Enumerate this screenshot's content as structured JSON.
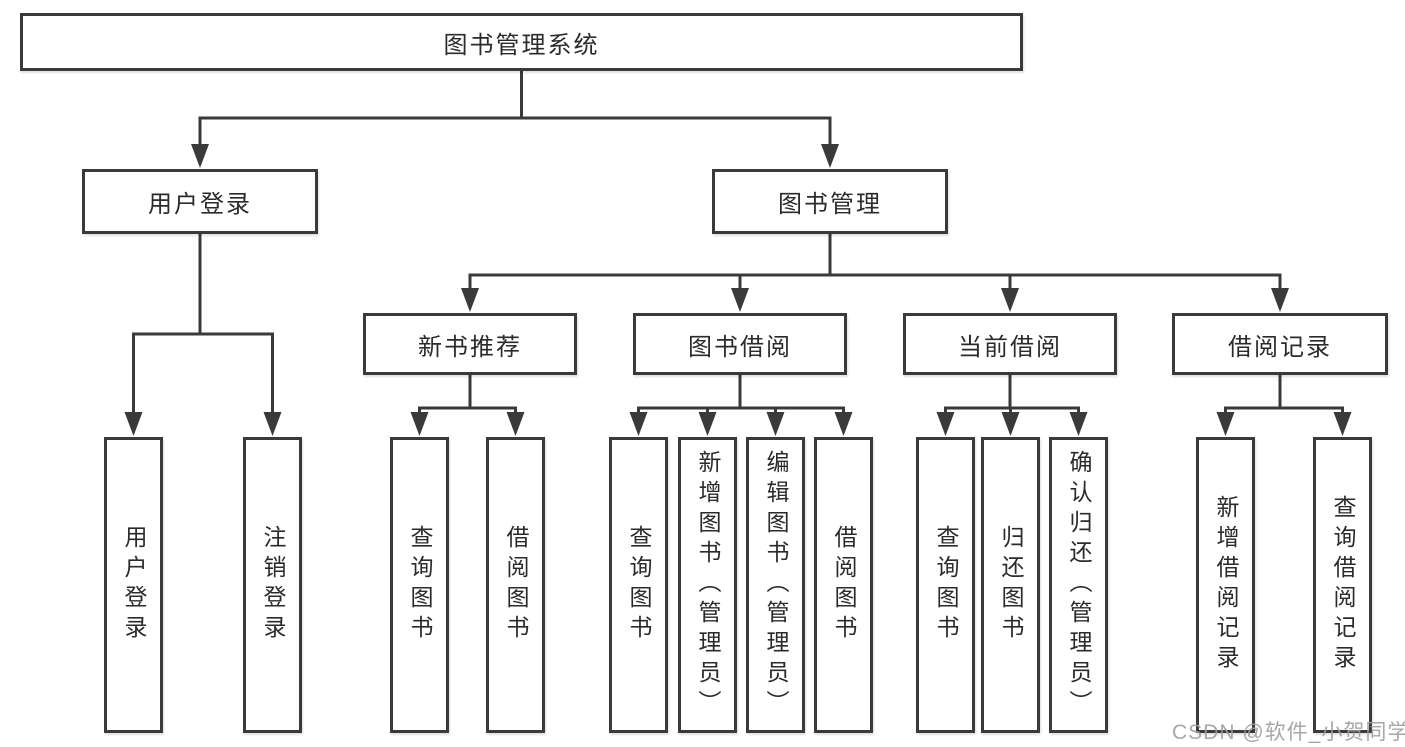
{
  "colors": {
    "background": "#ffffff",
    "line": "#3a3a3a",
    "box_border": "#3a3a3a",
    "text": "#2b2b2b",
    "watermark": "#9e9e9e"
  },
  "diagram": {
    "root": "图书管理系统",
    "level1": {
      "user_login": "用户登录",
      "book_management": "图书管理"
    },
    "level2": {
      "new_book_recommend": "新书推荐",
      "book_borrow": "图书借阅",
      "current_borrow": "当前借阅",
      "borrow_records": "借阅记录"
    },
    "level3": {
      "user_login": "用户登录",
      "logout_login": "注销登录",
      "query_book_recommend": "查询图书",
      "borrow_book_recommend": "借阅图书",
      "query_book_borrow": "查询图书",
      "add_book_admin": "新增图书（管理员）",
      "edit_book_admin": "编辑图书（管理员）",
      "borrow_book_admin": "借阅图书",
      "query_book_current": "查询图书",
      "return_book": "归还图书",
      "confirm_return_admin": "确认归还（管理员）",
      "add_borrow_record": "新增借阅记录",
      "query_borrow_record": "查询借阅记录"
    }
  },
  "watermark": "CSDN @软件_小贺同学"
}
